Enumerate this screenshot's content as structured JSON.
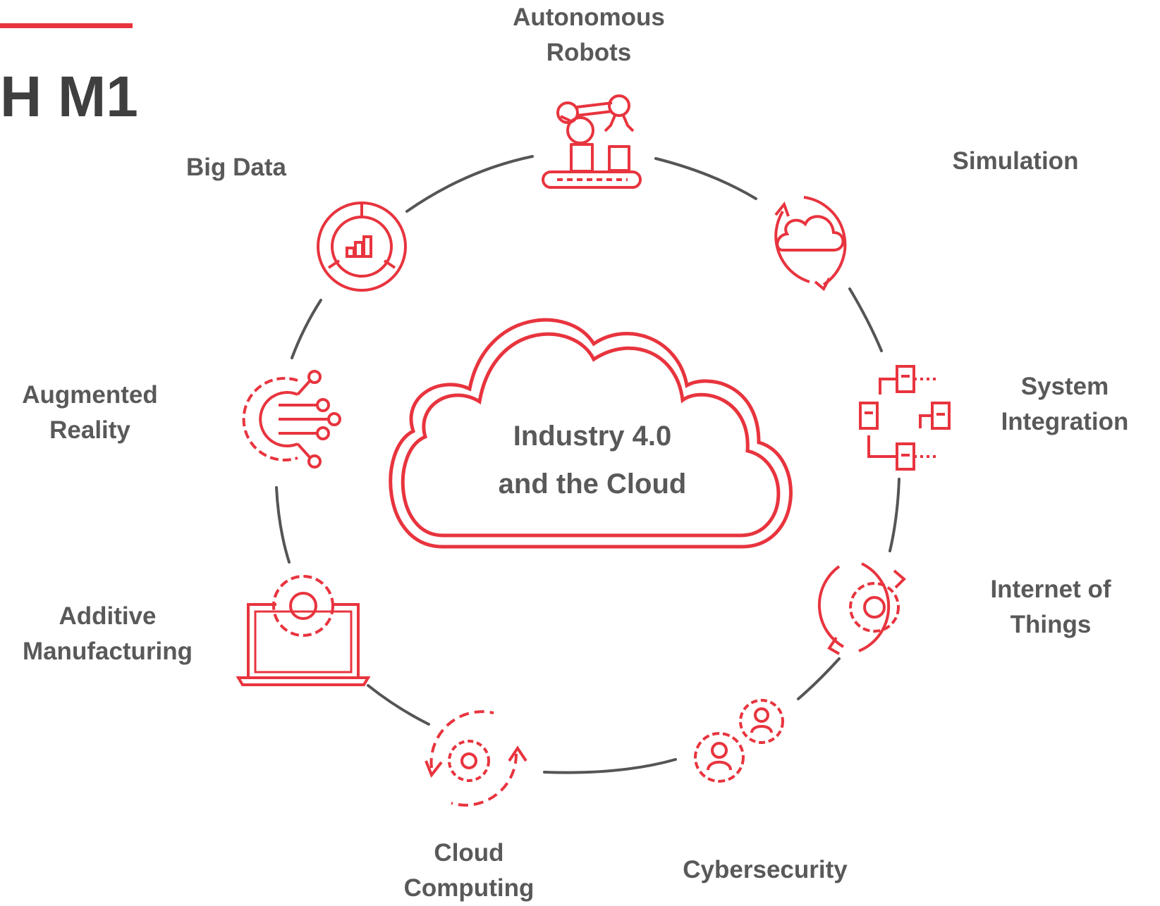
{
  "header": {
    "title": "H M1",
    "accent_color": "#e8343e"
  },
  "center": {
    "line1": "Industry 4.0",
    "line2": "and the Cloud",
    "icon": "cloud-icon"
  },
  "colors": {
    "accent": "#e8343e",
    "ring": "#555555",
    "label": "#595959"
  },
  "nodes": [
    {
      "id": "autonomous-robots",
      "lines": [
        "Autonomous",
        "Robots"
      ],
      "icon": "robot-arm-conveyor-icon"
    },
    {
      "id": "simulation",
      "lines": [
        "Simulation"
      ],
      "icon": "cloud-sync-icon"
    },
    {
      "id": "system-integration",
      "lines": [
        "System",
        "Integration"
      ],
      "icon": "network-nodes-icon"
    },
    {
      "id": "internet-of-things",
      "lines": [
        "Internet of",
        "Things"
      ],
      "icon": "gear-cycle-icon"
    },
    {
      "id": "cybersecurity",
      "lines": [
        "Cybersecurity"
      ],
      "icon": "user-gears-icon"
    },
    {
      "id": "cloud-computing",
      "lines": [
        "Cloud",
        "Computing"
      ],
      "icon": "gear-refresh-icon"
    },
    {
      "id": "additive-manufacturing",
      "lines": [
        "Additive",
        "Manufacturing"
      ],
      "icon": "laptop-gear-icon"
    },
    {
      "id": "augmented-reality",
      "lines": [
        "Augmented",
        "Reality"
      ],
      "icon": "gear-circuit-icon"
    },
    {
      "id": "big-data",
      "lines": [
        "Big Data"
      ],
      "icon": "donut-chart-icon"
    }
  ]
}
